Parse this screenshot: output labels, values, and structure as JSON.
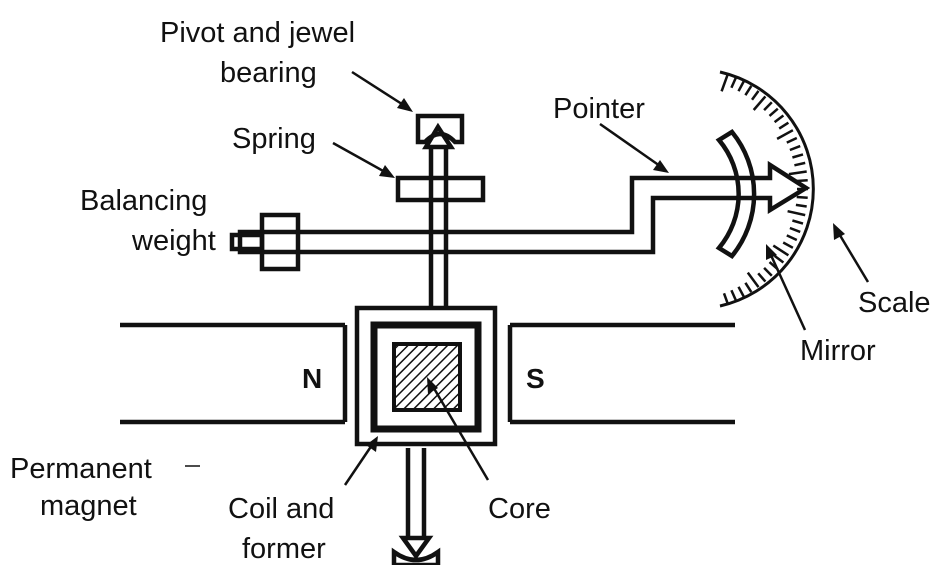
{
  "labels": {
    "pivot_line1": "Pivot and jewel",
    "pivot_line2": "bearing",
    "spring": "Spring",
    "balancing_line1": "Balancing",
    "balancing_line2": "weight",
    "pointer": "Pointer",
    "scale": "Scale",
    "mirror": "Mirror",
    "north": "N",
    "south": "S",
    "permanent_line1": "Permanent",
    "permanent_line2": "magnet",
    "coil_line1": "Coil and",
    "coil_line2": "former",
    "core": "Core"
  },
  "colors": {
    "ink": "#111111",
    "background": "#ffffff"
  }
}
